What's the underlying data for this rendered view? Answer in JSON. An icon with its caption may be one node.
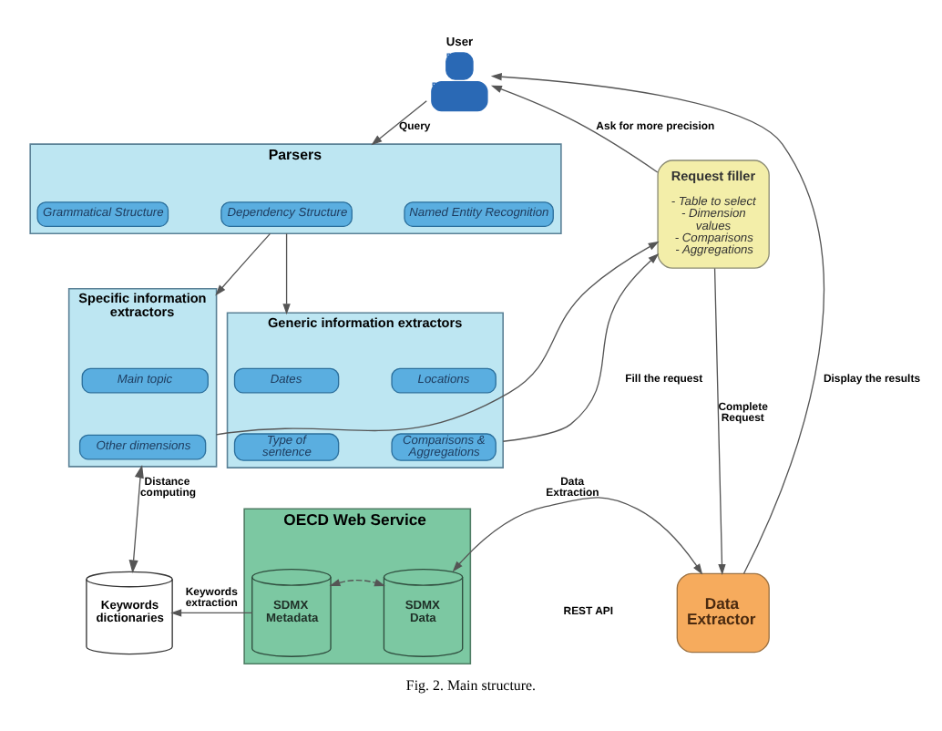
{
  "diagram": {
    "caption": "Fig. 2. Main structure.",
    "nodes": [
      {
        "text": [
          "User"
        ]
      },
      {
        "text": [
          "Parsers"
        ]
      },
      {
        "text": [
          "Grammatical Structure"
        ],
        "in": 1
      },
      {
        "text": [
          "Dependency Structure"
        ],
        "in": 1
      },
      {
        "text": [
          "Named Entity Recognition"
        ],
        "in": 1
      },
      {
        "text": [
          "Specific information extractors"
        ]
      },
      {
        "text": [
          "Main topic"
        ],
        "in": 5
      },
      {
        "text": [
          "Other dimensions"
        ],
        "in": 5
      },
      {
        "text": [
          "Generic information extractors"
        ]
      },
      {
        "text": [
          "Dates"
        ],
        "in": 8
      },
      {
        "text": [
          "Locations"
        ],
        "in": 8
      },
      {
        "text": [
          "Type of sentence"
        ],
        "in": 8
      },
      {
        "text": [
          "Comparisons & Aggregations"
        ],
        "in": 8
      },
      {
        "text": [
          "Request filler",
          "- Table to select - Dimension values - Comparisons - Aggregations"
        ]
      },
      {
        "text": [
          "Keywords dictionaries"
        ]
      },
      {
        "text": [
          "OECD Web Service"
        ]
      },
      {
        "text": [
          "SDMX Metadata"
        ],
        "in": 15
      },
      {
        "text": [
          "SDMX Data"
        ],
        "in": 15
      },
      {
        "text": [
          "Data Extractor"
        ]
      }
    ],
    "edges": [
      {
        "from": 0,
        "to": 1,
        "arrow": "to",
        "label": "Query"
      },
      {
        "from": 13,
        "to": 0,
        "arrow": "to",
        "label": "Ask for more precision"
      },
      {
        "from": 18,
        "to": 0,
        "arrow": "to",
        "label": "Display the results"
      },
      {
        "from": 1,
        "to": 5,
        "arrow": "to"
      },
      {
        "from": 1,
        "to": 8,
        "arrow": "to"
      },
      {
        "from": 5,
        "to": 13,
        "arrow": "to"
      },
      {
        "from": 8,
        "to": 13,
        "arrow": "to",
        "label": "Fill the request"
      },
      {
        "from": 5,
        "to": 14,
        "arrow": "both",
        "label": "Distance computing"
      },
      {
        "from": 16,
        "to": 14,
        "arrow": "to",
        "label": "Keywords extraction"
      },
      {
        "from": 16,
        "to": 17,
        "arrow": "both",
        "style": "dashed"
      },
      {
        "from": 17,
        "to": 18,
        "arrow": "both",
        "label": "Data Extraction"
      },
      {
        "from": 13,
        "to": 18,
        "arrow": "to",
        "label": "Complete Request"
      }
    ],
    "labels": [
      "REST API"
    ]
  }
}
